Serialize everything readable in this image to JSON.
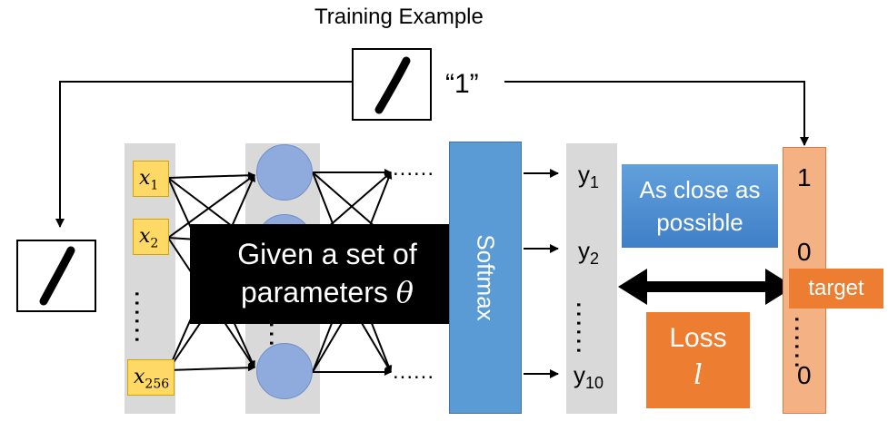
{
  "title": "Training Example",
  "digit_label": "“1”",
  "inputs": {
    "x_symbol": "x",
    "items": [
      "1",
      "2",
      "256"
    ]
  },
  "hidden_dots": "......",
  "softmax_label": "Softmax",
  "outputs": {
    "y_symbol": "y",
    "items": [
      "1",
      "2",
      "10"
    ]
  },
  "close_box": {
    "line1": "As close as",
    "line2": "possible"
  },
  "loss": {
    "label": "Loss",
    "symbol": "l"
  },
  "params_box": {
    "line1": "Given a set of",
    "line2_text": "parameters",
    "symbol": "θ"
  },
  "target": {
    "label": "target",
    "values": [
      "1",
      "0",
      "0"
    ]
  },
  "colors": {
    "input_box": "#ffd966",
    "neuron": "#8faadc",
    "softmax": "#5b9bd5",
    "target_column": "#f4b183",
    "loss_and_target_tag": "#ed7d31",
    "params_box": "#000000"
  }
}
